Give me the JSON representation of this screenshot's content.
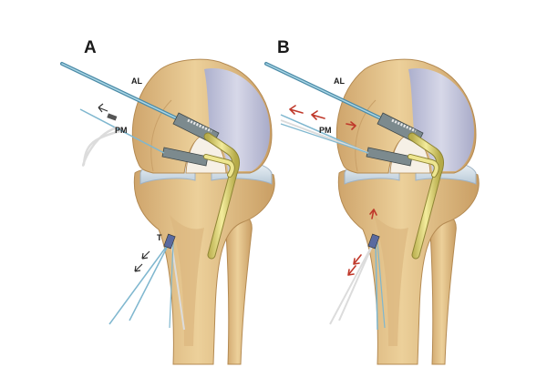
{
  "figure": {
    "colors": {
      "background": "#ffffff",
      "bone": "#e8c790",
      "bone_shadow": "#c9a068",
      "cartilage": "#bfc4dc",
      "meniscus": "#d6e2ec",
      "guide_sleeve": "#e6dc7e",
      "wire": "#7fb7cf",
      "arrow_red": "#c0392b",
      "arrow_dark": "#333333"
    },
    "panels": [
      {
        "letter": "A",
        "labels": {
          "al": "AL",
          "pm": "PM",
          "t": "T"
        }
      },
      {
        "letter": "B",
        "labels": {
          "al": "AL",
          "pm": "PM"
        }
      }
    ]
  }
}
